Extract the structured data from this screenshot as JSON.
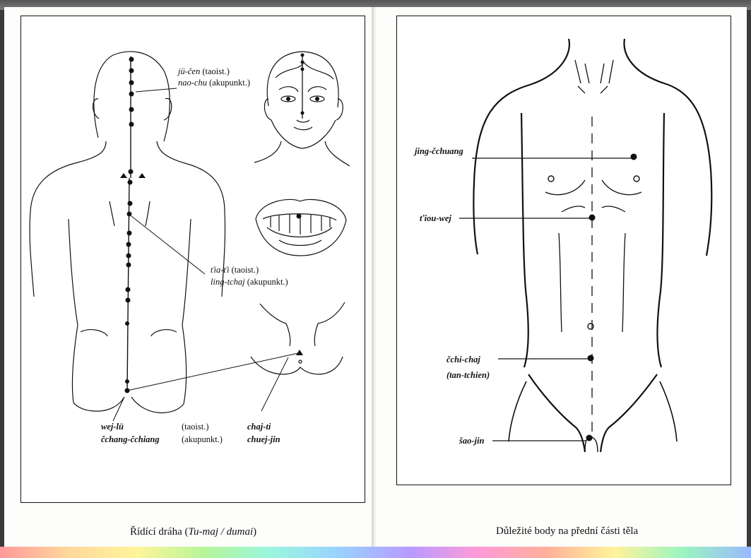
{
  "left_page": {
    "labels": {
      "ju_cen": "jü-čen",
      "ju_cen_note": "(taoist.)",
      "nao_chu": "nao-chu",
      "nao_chu_note": "(akupunkt.)",
      "tia_ti": "ťia-ťi",
      "tia_ti_note": "(taoist.)",
      "ling_tchaj": "ling-tchaj",
      "ling_tchaj_note": "(akupunkt.)",
      "wej_lu": "wej-lü",
      "wej_lu_note": "(taoist.)",
      "cchang_cchiang": "čchang-čchiang",
      "cchang_cchiang_note": "(akupunkt.)",
      "chaj_ti": "chaj-ti",
      "chuej_jin": "chuej-jin"
    },
    "caption": {
      "prefix": "Řídící dráha (",
      "italic": "Tu-maj / dumai",
      "suffix": ")"
    }
  },
  "right_page": {
    "labels": {
      "jing_cchuang": "jing-čchuang",
      "tiou_wej": "ťiou-wej",
      "cchi_chaj": "čchi-chaj",
      "tan_tchien": "(tan-tchien)",
      "sao_jin": "šao-jin"
    },
    "caption": "Důležité body na přední části těla"
  },
  "colors": {
    "page": "#fdfdfb",
    "ink": "#111111",
    "book_edge": "#3a3a3a"
  }
}
